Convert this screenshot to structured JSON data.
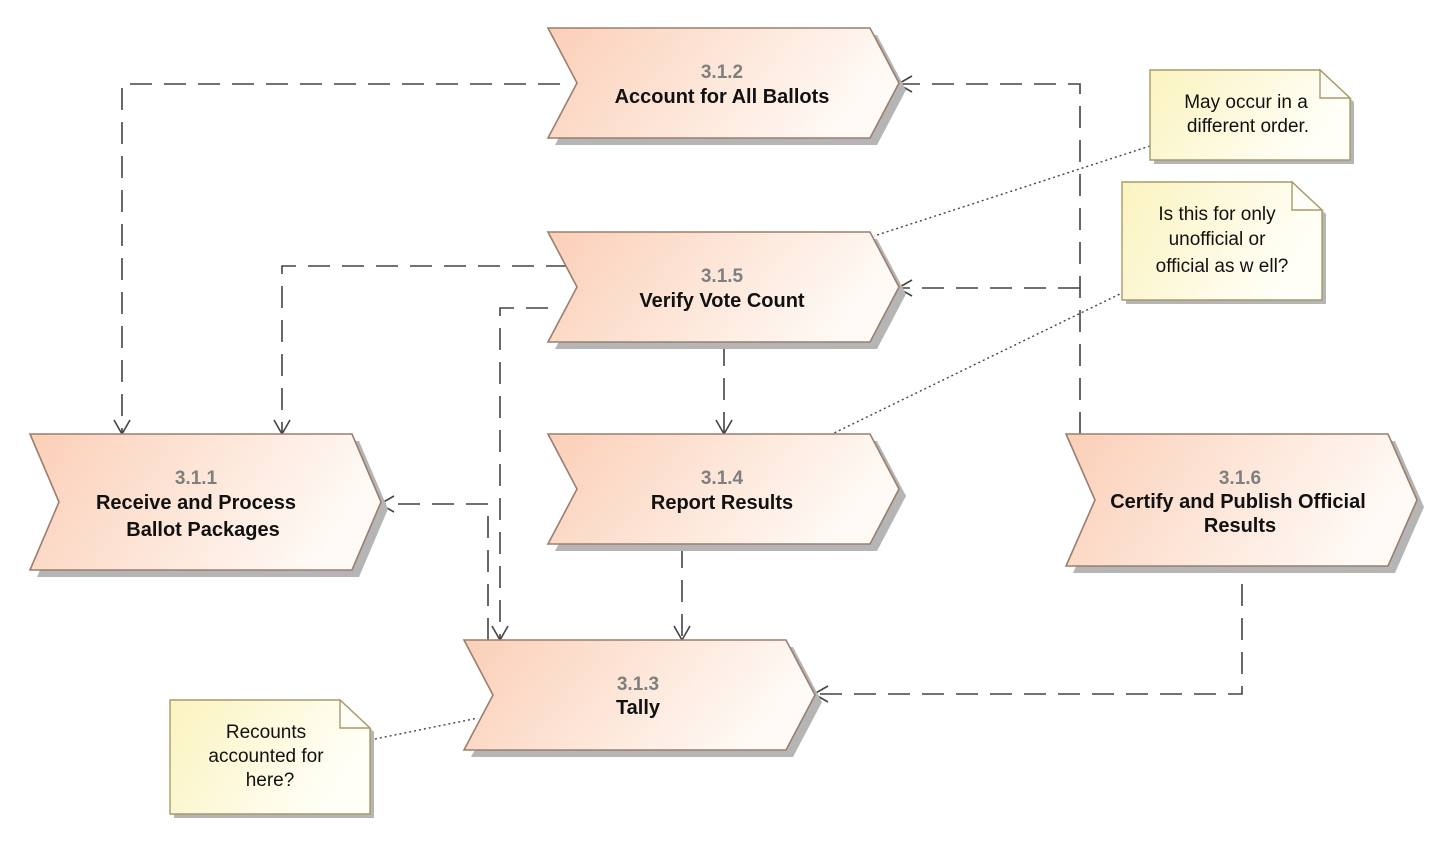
{
  "colors": {
    "process_fill_start": "#fbcfb7",
    "process_fill_end": "#fffaf6",
    "note_fill_start": "#fbf3bf",
    "note_fill_end": "#fffff8",
    "connector": "#444444"
  },
  "processes": [
    {
      "id": "p312",
      "number": "3.1.2",
      "title_lines": [
        "Account for All Ballots"
      ]
    },
    {
      "id": "p315",
      "number": "3.1.5",
      "title_lines": [
        "Verify Vote Count"
      ]
    },
    {
      "id": "p311",
      "number": "3.1.1",
      "title_lines": [
        "Receive and Process",
        "Ballot Packages"
      ]
    },
    {
      "id": "p314",
      "number": "3.1.4",
      "title_lines": [
        "Report Results"
      ]
    },
    {
      "id": "p316",
      "number": "3.1.6",
      "title_lines": [
        "Certify and Publish Official",
        "Results"
      ]
    },
    {
      "id": "p313",
      "number": "3.1.3",
      "title_lines": [
        "Tally"
      ]
    }
  ],
  "notes": [
    {
      "id": "n1",
      "lines": [
        "May occur in a",
        "different order."
      ]
    },
    {
      "id": "n2",
      "lines": [
        "Is this for only",
        "unofficial or",
        "official as w ell?"
      ]
    },
    {
      "id": "n3",
      "lines": [
        "Recounts",
        "accounted for",
        "here?"
      ]
    }
  ]
}
